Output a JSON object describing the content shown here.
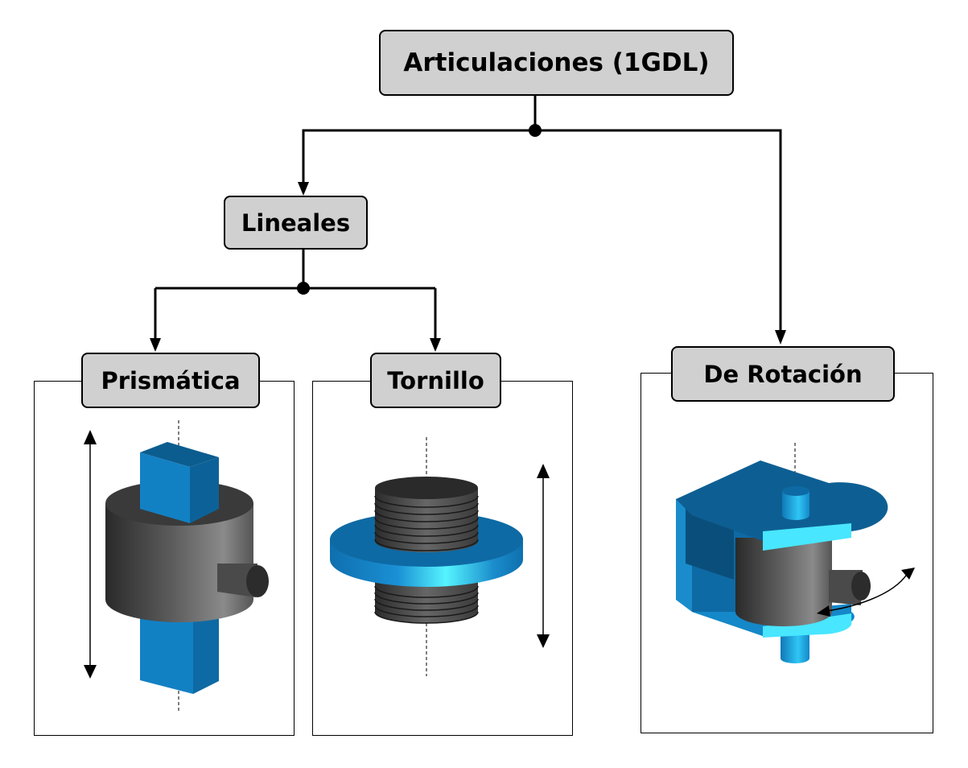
{
  "diagram": {
    "root": {
      "label": "Articulaciones (1GDL)"
    },
    "lineales": {
      "label": "Lineales"
    },
    "prismatica": {
      "label": "Prismática"
    },
    "tornillo": {
      "label": "Tornillo"
    },
    "rotacion": {
      "label": "De Rotación"
    },
    "colors": {
      "node_fill": "#d0d0d0",
      "blue_dark": "#0a6aa0",
      "blue_mid": "#1a8ccc",
      "blue_light": "#4ff2ff",
      "gray_dark": "#2e2e2e",
      "gray_mid": "#5a5a5a",
      "gray_light": "#8a8a8a"
    }
  }
}
